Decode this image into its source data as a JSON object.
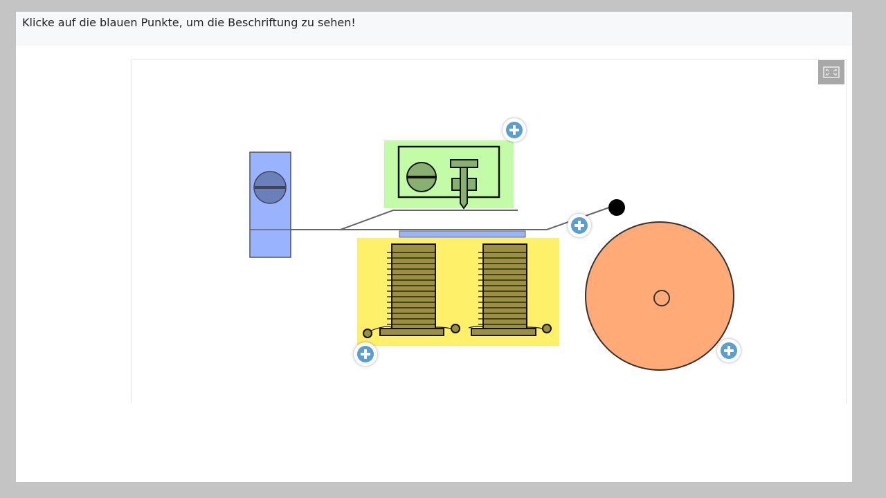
{
  "instruction": "Klicke auf die blauen Punkte, um die Beschriftung zu sehen!",
  "fullscreen_button": "fullscreen-icon",
  "hotspots": [
    {
      "name": "hotspot-contact-screw",
      "icon": "plus-icon"
    },
    {
      "name": "hotspot-armature-spring",
      "icon": "plus-icon"
    },
    {
      "name": "hotspot-electromagnet",
      "icon": "plus-icon"
    },
    {
      "name": "hotspot-bell",
      "icon": "plus-icon"
    }
  ],
  "colors": {
    "hotspot": "#5a9fcf",
    "contact": "#c2fca6",
    "magnet": "#fff06a",
    "bell": "#ffaa77",
    "mount": "#99b3ff"
  }
}
